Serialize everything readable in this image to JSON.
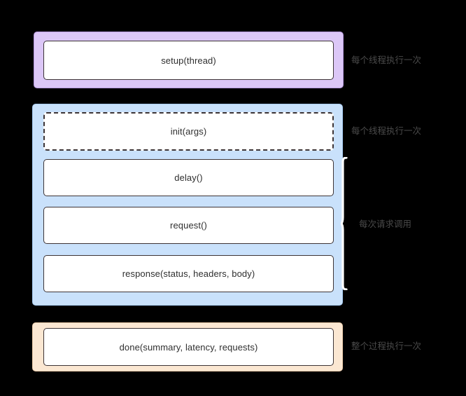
{
  "diagram": {
    "type": "lifecycle-hooks-diagram",
    "background_color": "#000000",
    "groups": [
      {
        "id": "setup",
        "fill_color": "#dcc7f7",
        "border_color": "#b89ae0",
        "annotation": "每个线程执行一次",
        "steps": [
          {
            "id": "setup",
            "label": "setup(thread)",
            "border_style": "solid"
          }
        ]
      },
      {
        "id": "loop",
        "fill_color": "#c9e1fb",
        "border_color": "#a9cdf5",
        "annotation": "每个线程执行一次",
        "brace_annotation": "每次请求调用",
        "steps": [
          {
            "id": "init",
            "label": "init(args)",
            "border_style": "dashed"
          },
          {
            "id": "delay",
            "label": "delay()",
            "border_style": "solid"
          },
          {
            "id": "request",
            "label": "request()",
            "border_style": "solid"
          },
          {
            "id": "response",
            "label": "response(status, headers, body)",
            "border_style": "solid"
          }
        ]
      },
      {
        "id": "done",
        "fill_color": "#fbe7d2",
        "border_color": "#f0cfae",
        "annotation": "整个过程执行一次",
        "steps": [
          {
            "id": "done",
            "label": "done(summary, latency, requests)",
            "border_style": "solid"
          }
        ]
      }
    ],
    "step_box": {
      "fill_color": "#ffffff",
      "border_color": "#3d3436",
      "text_color": "#2f2f2f"
    },
    "annotation_text_color": "#4a4a4a",
    "brace_color": "#ffffff"
  }
}
